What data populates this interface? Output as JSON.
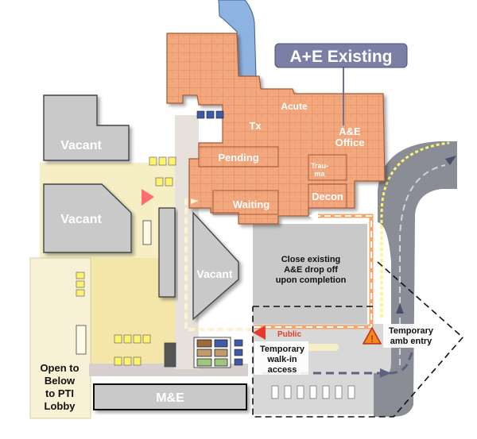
{
  "title": "A+E Existing",
  "rooms": {
    "acute": "Acute",
    "tx": "Tx",
    "ae_office_line1": "A&E",
    "ae_office_line2": "Office",
    "pending": "Pending",
    "trauma_line1": "Trau-",
    "trauma_line2": "ma",
    "decon": "Decon",
    "waiting": "Waiting"
  },
  "blocks": {
    "vacant_top": "Vacant",
    "vacant_mid": "Vacant",
    "vacant_center": "Vacant",
    "me": "M&E"
  },
  "notes": {
    "open_below_line1": "Open to",
    "open_below_line2": "Below",
    "open_below_line3": "to PTI",
    "open_below_line4": "Lobby",
    "close_line1": "Close existing",
    "close_line2": "A&E drop off",
    "close_line3": "upon completion",
    "public": "Public",
    "walkin_line1": "Temporary",
    "walkin_line2": "walk-in",
    "walkin_line3": "access",
    "amb_line1": "Temporary",
    "amb_line2": "amb entry"
  },
  "colors": {
    "ae_fill": "#f2a77c",
    "corridor": "#f6efc5",
    "grey_block": "#c9c9c9",
    "road": "#8a8d96",
    "water": "#8fb3e0",
    "title_bg": "#7b7fa6",
    "marker_red": "#e63a2c",
    "ambulance_marker": "#f18a1b"
  }
}
